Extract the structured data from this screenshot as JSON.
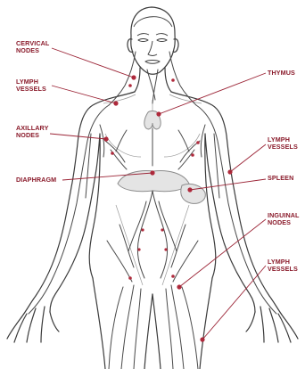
{
  "colors": {
    "label": "#8a1a2a",
    "leader": "#9b2335",
    "node": "#b02a3c",
    "outline": "#3b3b3b",
    "vessel": "#4a4a4a",
    "shade": "#9a9a9a",
    "organ": "#8c8c8c"
  },
  "labels": {
    "cervical_nodes": "CERVICAL\nNODES",
    "lymph_vessels_neck": "LYMPH\nVESSELS",
    "axillary_nodes": "AXILLARY\nNODES",
    "diaphragm": "DIAPHRAGM",
    "thymus": "THYMUS",
    "lymph_vessels_arm": "LYMPH\nVESSELS",
    "spleen": "SPLEEN",
    "inguinal_nodes": "INGUINAL\nNODES",
    "lymph_vessels_leg": "LYMPH\nVESSELS"
  }
}
